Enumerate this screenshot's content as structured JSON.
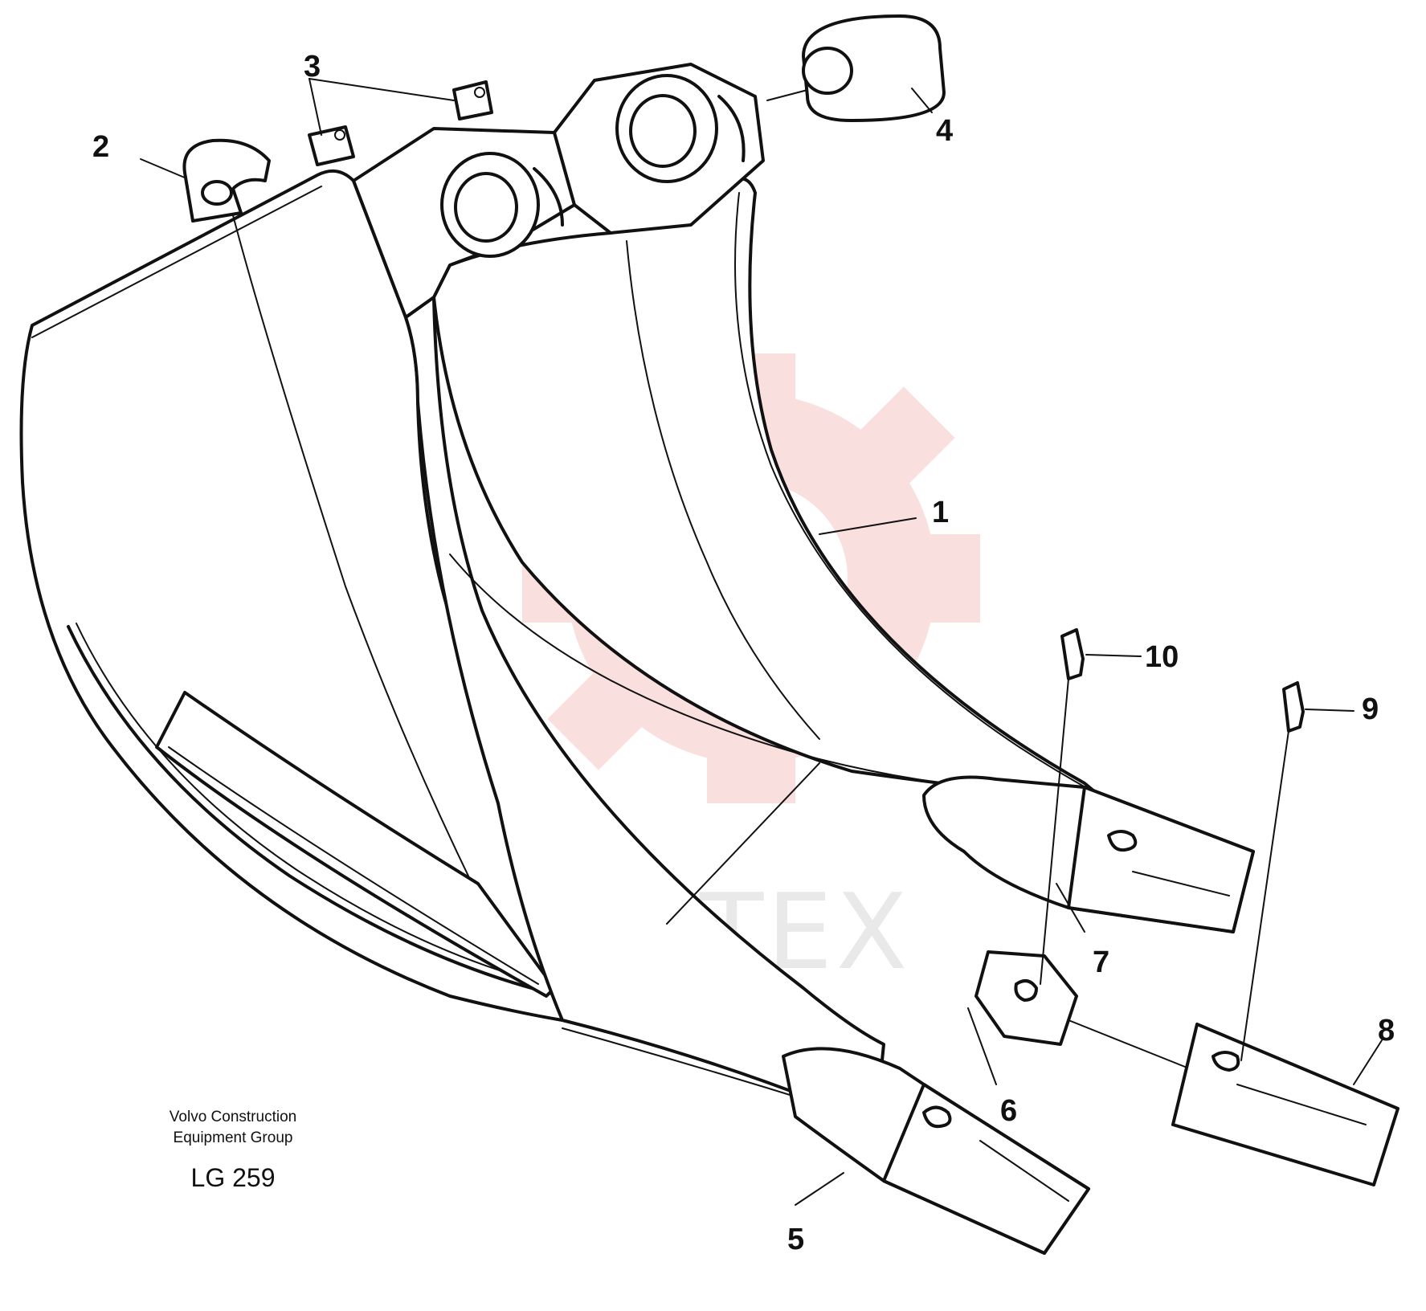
{
  "diagram": {
    "callouts": [
      {
        "id": "1",
        "label": "1",
        "part": "bucket"
      },
      {
        "id": "2",
        "label": "2",
        "part": "lifting-eye"
      },
      {
        "id": "3",
        "label": "3",
        "part": "pin-lock-lugs"
      },
      {
        "id": "4",
        "label": "4",
        "part": "bushing"
      },
      {
        "id": "5",
        "label": "5",
        "part": "tooth-point"
      },
      {
        "id": "6",
        "label": "6",
        "part": "adapter"
      },
      {
        "id": "7",
        "label": "7",
        "part": "adapter-weld"
      },
      {
        "id": "8",
        "label": "8",
        "part": "tooth-point"
      },
      {
        "id": "9",
        "label": "9",
        "part": "lock-pin"
      },
      {
        "id": "10",
        "label": "10",
        "part": "lock-pin"
      }
    ]
  },
  "caption": {
    "company_line1": "Volvo Construction",
    "company_line2": "Equipment Group",
    "code": "LG 259"
  },
  "watermark": {
    "text": "ИНТЕХ",
    "color": "#f5c0c0"
  }
}
